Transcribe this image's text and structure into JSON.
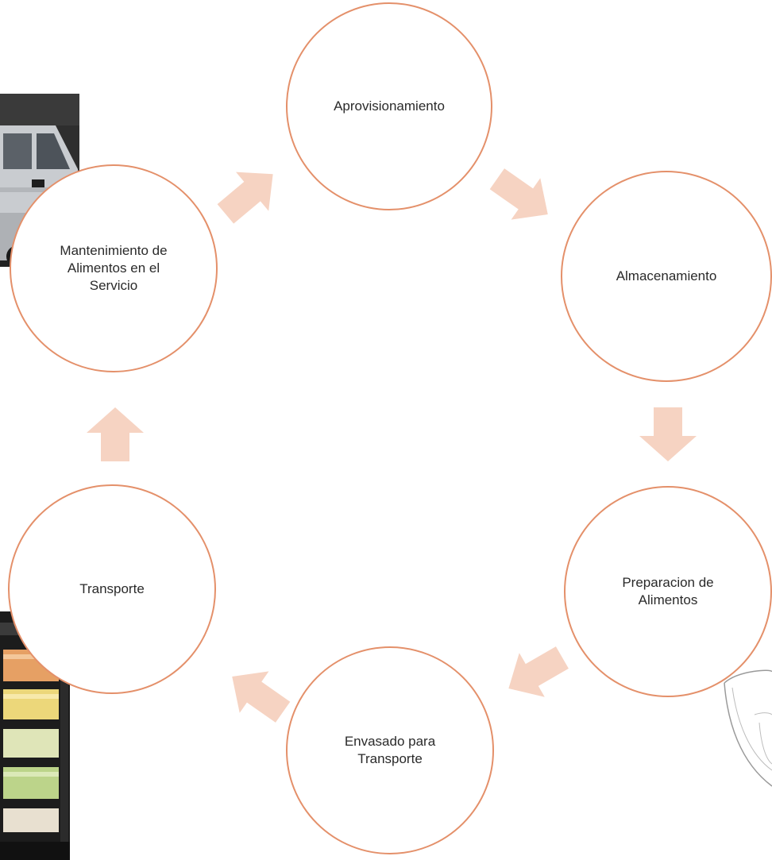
{
  "diagram": {
    "type": "cycle",
    "colors": {
      "node_border": "#e4906a",
      "arrow_fill": "#f6d3c2",
      "text": "#2a2a2a"
    },
    "nodes": [
      {
        "id": "aprovisionamiento",
        "label": "Aprovisionamiento"
      },
      {
        "id": "almacenamiento",
        "label": "Almacenamiento"
      },
      {
        "id": "preparacion",
        "label": "Preparacion de\nAlimentos"
      },
      {
        "id": "envasado",
        "label": "Envasado para\nTransporte"
      },
      {
        "id": "transporte",
        "label": "Transporte"
      },
      {
        "id": "mantenimiento",
        "label": "Mantenimiento de\nAlimentos en el\nServicio"
      }
    ],
    "edges": [
      {
        "from": "aprovisionamiento",
        "to": "almacenamiento"
      },
      {
        "from": "almacenamiento",
        "to": "preparacion"
      },
      {
        "from": "preparacion",
        "to": "envasado"
      },
      {
        "from": "envasado",
        "to": "transporte"
      },
      {
        "from": "transporte",
        "to": "mantenimiento"
      },
      {
        "from": "mantenimiento",
        "to": "aprovisionamiento"
      }
    ],
    "background_images": [
      {
        "name": "van-photo",
        "description_icon": "van-icon"
      },
      {
        "name": "food-cart-photo",
        "description_icon": "food-cart-icon"
      },
      {
        "name": "bowl-sketch",
        "description_icon": "bowl-icon"
      }
    ]
  }
}
